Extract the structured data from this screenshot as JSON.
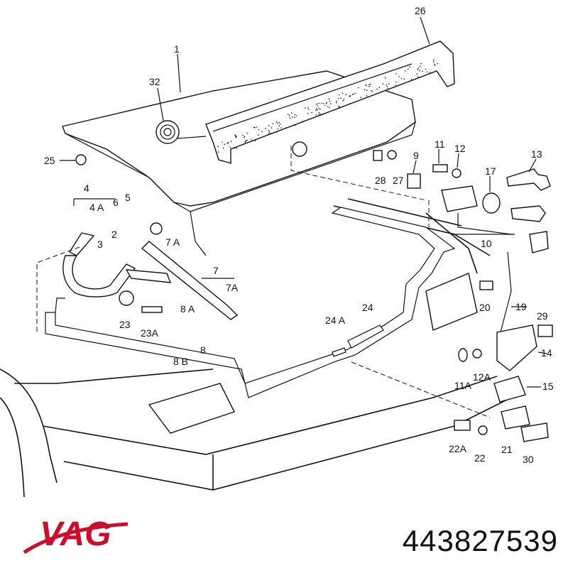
{
  "brand": {
    "logo_text": "VAG",
    "logo_color": "#c8102e"
  },
  "part_number": "443827539",
  "callouts": [
    "26",
    "1",
    "32",
    "25",
    "28",
    "27",
    "9",
    "11",
    "12",
    "13",
    "17",
    "4",
    "4 A",
    "6",
    "5",
    "3",
    "2",
    "7 A",
    "10",
    "7",
    "7A",
    "24 A",
    "24",
    "20",
    "19",
    "29",
    "8 A",
    "23",
    "23A",
    "8",
    "8 B",
    "11A",
    "12A",
    "14",
    "15",
    "21",
    "22A",
    "22",
    "30"
  ]
}
